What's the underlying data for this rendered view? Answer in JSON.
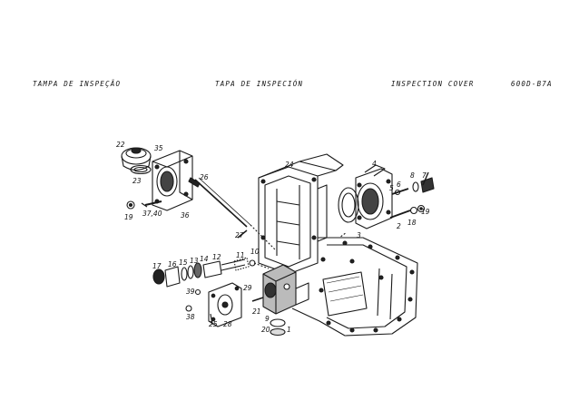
{
  "header": {
    "portuguese": "TAMPA DE INSPEÇÃO",
    "spanish": "TAPA DE INSPECIÓN",
    "english": "INSPECTION COVER",
    "code": "600D-B7A"
  },
  "callouts": [
    "22",
    "35",
    "23",
    "19",
    "37,40",
    "36",
    "26",
    "24",
    "4",
    "8",
    "7",
    "5",
    "6",
    "19",
    "2",
    "18",
    "3",
    "27",
    "10",
    "11",
    "12",
    "14",
    "13",
    "15",
    "16",
    "17",
    "29",
    "39",
    "38",
    "25",
    "28",
    "21",
    "9",
    "20",
    "1"
  ]
}
